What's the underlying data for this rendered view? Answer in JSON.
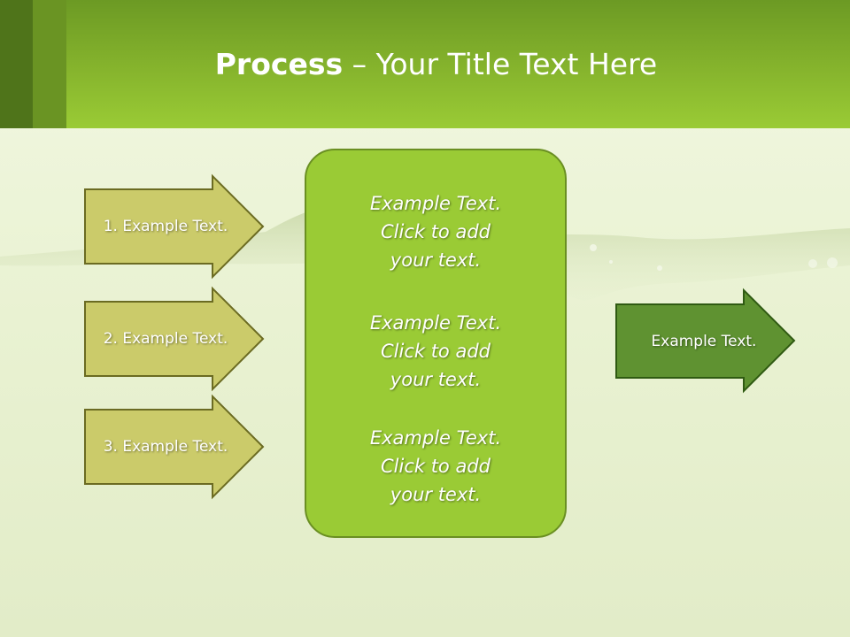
{
  "title": {
    "bold": "Process",
    "rest": " – Your Title Text Here"
  },
  "inputs": [
    {
      "label": "1. Example Text."
    },
    {
      "label": "2. Example Text."
    },
    {
      "label": "3. Example Text."
    }
  ],
  "center": [
    {
      "l1": "Example Text.",
      "l2": "Click  to add",
      "l3": "your text."
    },
    {
      "l1": "Example Text.",
      "l2": "Click  to add",
      "l3": "your text."
    },
    {
      "l1": "Example Text.",
      "l2": "Click  to add",
      "l3": "your text."
    }
  ],
  "output": {
    "label": "Example Text."
  },
  "colors": {
    "header": "#84b22c",
    "input_arrow_fill": "#cbcb6a",
    "input_arrow_stroke": "#6b6b22",
    "center_fill": "#9acb35",
    "output_arrow_fill": "#5f9231"
  }
}
